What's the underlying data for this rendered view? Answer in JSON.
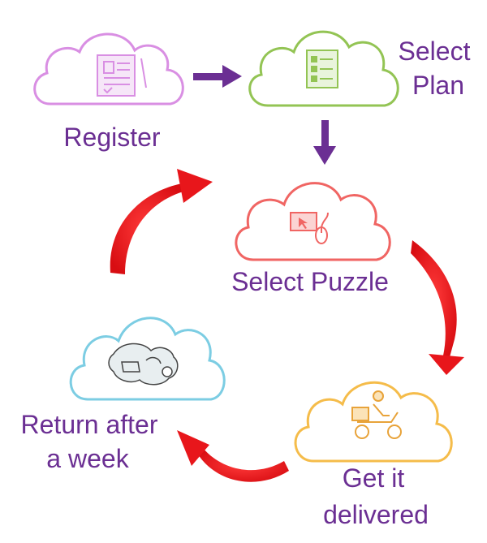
{
  "steps": {
    "register": {
      "label": "Register",
      "icon": "registration-form-icon",
      "color": "#d98fe3"
    },
    "select_plan": {
      "line1": "Select",
      "line2": "Plan",
      "icon": "checklist-icon",
      "color": "#93c454"
    },
    "select_puzzle": {
      "label": "Select Puzzle",
      "icon": "computer-mouse-icon",
      "color": "#f06563"
    },
    "get_delivered": {
      "line1": "Get it",
      "line2": "delivered",
      "icon": "delivery-scooter-icon",
      "color": "#f5bc4a"
    },
    "return": {
      "line1": "Return after",
      "line2": "a week",
      "icon": "puzzle-pieces-icon",
      "color": "#7ccde3"
    }
  },
  "colors": {
    "text": "#6b2f93",
    "arrow_straight": "#6b2f93",
    "arrow_curved": "#e8161b"
  }
}
